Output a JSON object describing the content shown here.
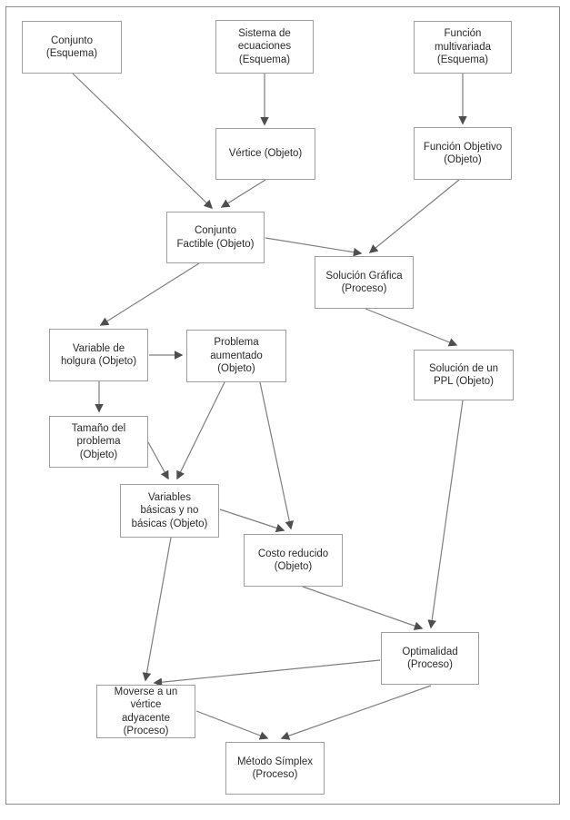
{
  "diagram": {
    "description": "Concept map of linear programming / simplex method concepts",
    "colors": {
      "background": "#ffffff",
      "box_fill": "#ffffff",
      "box_border": "#9e9e9e",
      "text": "#2a2a2a",
      "edge_line": "#7e7e7e",
      "arrowhead": "#4e4e4e",
      "frame_border": "#8d8d8d"
    },
    "nodes": [
      {
        "id": "conjunto",
        "label": "Conjunto\n(Esquema)"
      },
      {
        "id": "sistema-ecuaciones",
        "label": "Sistema de\necuaciones\n(Esquema)"
      },
      {
        "id": "funcion-multivariada",
        "label": "Función\nmultivariada\n(Esquema)"
      },
      {
        "id": "vertice",
        "label": "Vértice (Objeto)"
      },
      {
        "id": "funcion-objetivo",
        "label": "Función Objetivo\n(Objeto)"
      },
      {
        "id": "conjunto-factible",
        "label": "Conjunto\nFactible (Objeto)"
      },
      {
        "id": "solucion-grafica",
        "label": "Solución Gráfica\n(Proceso)"
      },
      {
        "id": "variable-holgura",
        "label": "Variable de\nholgura (Objeto)"
      },
      {
        "id": "problema-aumentado",
        "label": "Problema\naumentado\n(Objeto)"
      },
      {
        "id": "tamano-problema",
        "label": "Tamaño del\nproblema\n(Objeto)"
      },
      {
        "id": "variables-basicas",
        "label": "Variables\nbásicas y no\nbásicas (Objeto)"
      },
      {
        "id": "costo-reducido",
        "label": "Costo reducido\n(Objeto)"
      },
      {
        "id": "solucion-ppl",
        "label": "Solución de un\nPPL (Objeto)"
      },
      {
        "id": "optimalidad",
        "label": "Optimalidad\n(Proceso)"
      },
      {
        "id": "moverse-vertice",
        "label": "Moverse a un\nvértice\nadyacente\n(Proceso)"
      },
      {
        "id": "metodo-simplex",
        "label": "Método Símplex\n(Proceso)"
      }
    ],
    "edges": [
      {
        "from": "conjunto",
        "to": "conjunto-factible"
      },
      {
        "from": "sistema-ecuaciones",
        "to": "vertice"
      },
      {
        "from": "vertice",
        "to": "conjunto-factible"
      },
      {
        "from": "funcion-multivariada",
        "to": "funcion-objetivo"
      },
      {
        "from": "funcion-objetivo",
        "to": "solucion-grafica"
      },
      {
        "from": "conjunto-factible",
        "to": "solucion-grafica"
      },
      {
        "from": "conjunto-factible",
        "to": "variable-holgura"
      },
      {
        "from": "variable-holgura",
        "to": "problema-aumentado"
      },
      {
        "from": "variable-holgura",
        "to": "tamano-problema"
      },
      {
        "from": "tamano-problema",
        "to": "variables-basicas"
      },
      {
        "from": "problema-aumentado",
        "to": "variables-basicas"
      },
      {
        "from": "problema-aumentado",
        "to": "costo-reducido"
      },
      {
        "from": "variables-basicas",
        "to": "costo-reducido"
      },
      {
        "from": "solucion-grafica",
        "to": "solucion-ppl"
      },
      {
        "from": "solucion-ppl",
        "to": "optimalidad"
      },
      {
        "from": "costo-reducido",
        "to": "optimalidad"
      },
      {
        "from": "optimalidad",
        "to": "moverse-vertice"
      },
      {
        "from": "variables-basicas",
        "to": "moverse-vertice"
      },
      {
        "from": "moverse-vertice",
        "to": "metodo-simplex"
      },
      {
        "from": "optimalidad",
        "to": "metodo-simplex"
      }
    ]
  }
}
